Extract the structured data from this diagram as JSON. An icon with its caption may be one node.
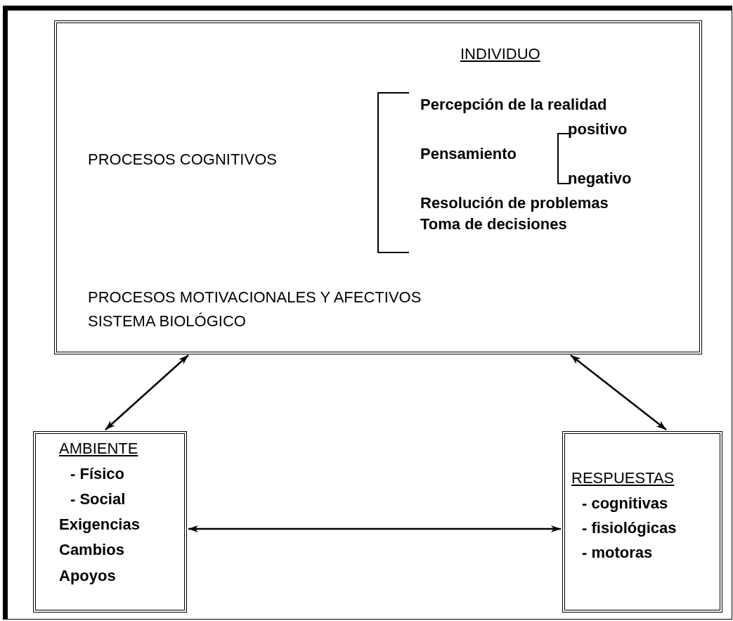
{
  "diagram": {
    "nodes": [
      {
        "text": [
          "INDIVIDUO",
          "PROCESOS COGNITIVOS",
          "Percepción de la realidad",
          "Pensamiento",
          "positivo",
          "negativo",
          "Resolución de problemas",
          "Toma de decisiones",
          "PROCESOS MOTIVACIONALES Y AFECTIVOS",
          "SISTEMA BIOLÓGICO"
        ]
      },
      {
        "text": [
          "AMBIENTE",
          "- Físico",
          "- Social",
          "Exigencias",
          "Cambios",
          "Apoyos"
        ]
      },
      {
        "text": [
          "RESPUESTAS",
          "- cognitivas",
          "- fisiológicas",
          "- motoras"
        ]
      }
    ],
    "edges": [
      {
        "from": 0,
        "to": 1,
        "arrow": "both"
      },
      {
        "from": 0,
        "to": 2,
        "arrow": "both"
      },
      {
        "from": 1,
        "to": 2,
        "arrow": "both"
      }
    ]
  }
}
